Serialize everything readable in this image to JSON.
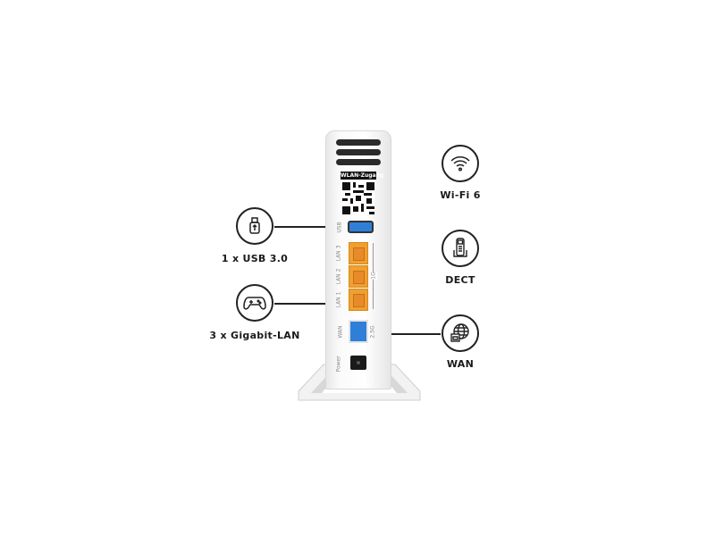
{
  "features": {
    "usb": {
      "label": "1 x USB 3.0",
      "icon": "usb-stick-icon"
    },
    "lan": {
      "label": "3 x Gigabit-LAN",
      "icon": "gamepad-icon"
    },
    "wifi": {
      "label": "Wi-Fi 6",
      "icon": "wifi-icon"
    },
    "dect": {
      "label": "DECT",
      "icon": "cordless-phone-icon"
    },
    "wan": {
      "label": "WAN",
      "icon": "globe-network-icon"
    }
  },
  "router": {
    "wlan_label": "WLAN-Zugang",
    "usb_port": "USB",
    "lan_ports": [
      "LAN 3",
      "LAN 2",
      "LAN 1"
    ],
    "lan_speed": "1G",
    "wan_port": "WAN",
    "wan_speed": "2.5G",
    "power": "Power"
  },
  "colors": {
    "lan_port": "#f0a030",
    "usb_port": "#2f7fd8",
    "wan_port": "#2f7fd8",
    "outline": "#222222"
  }
}
